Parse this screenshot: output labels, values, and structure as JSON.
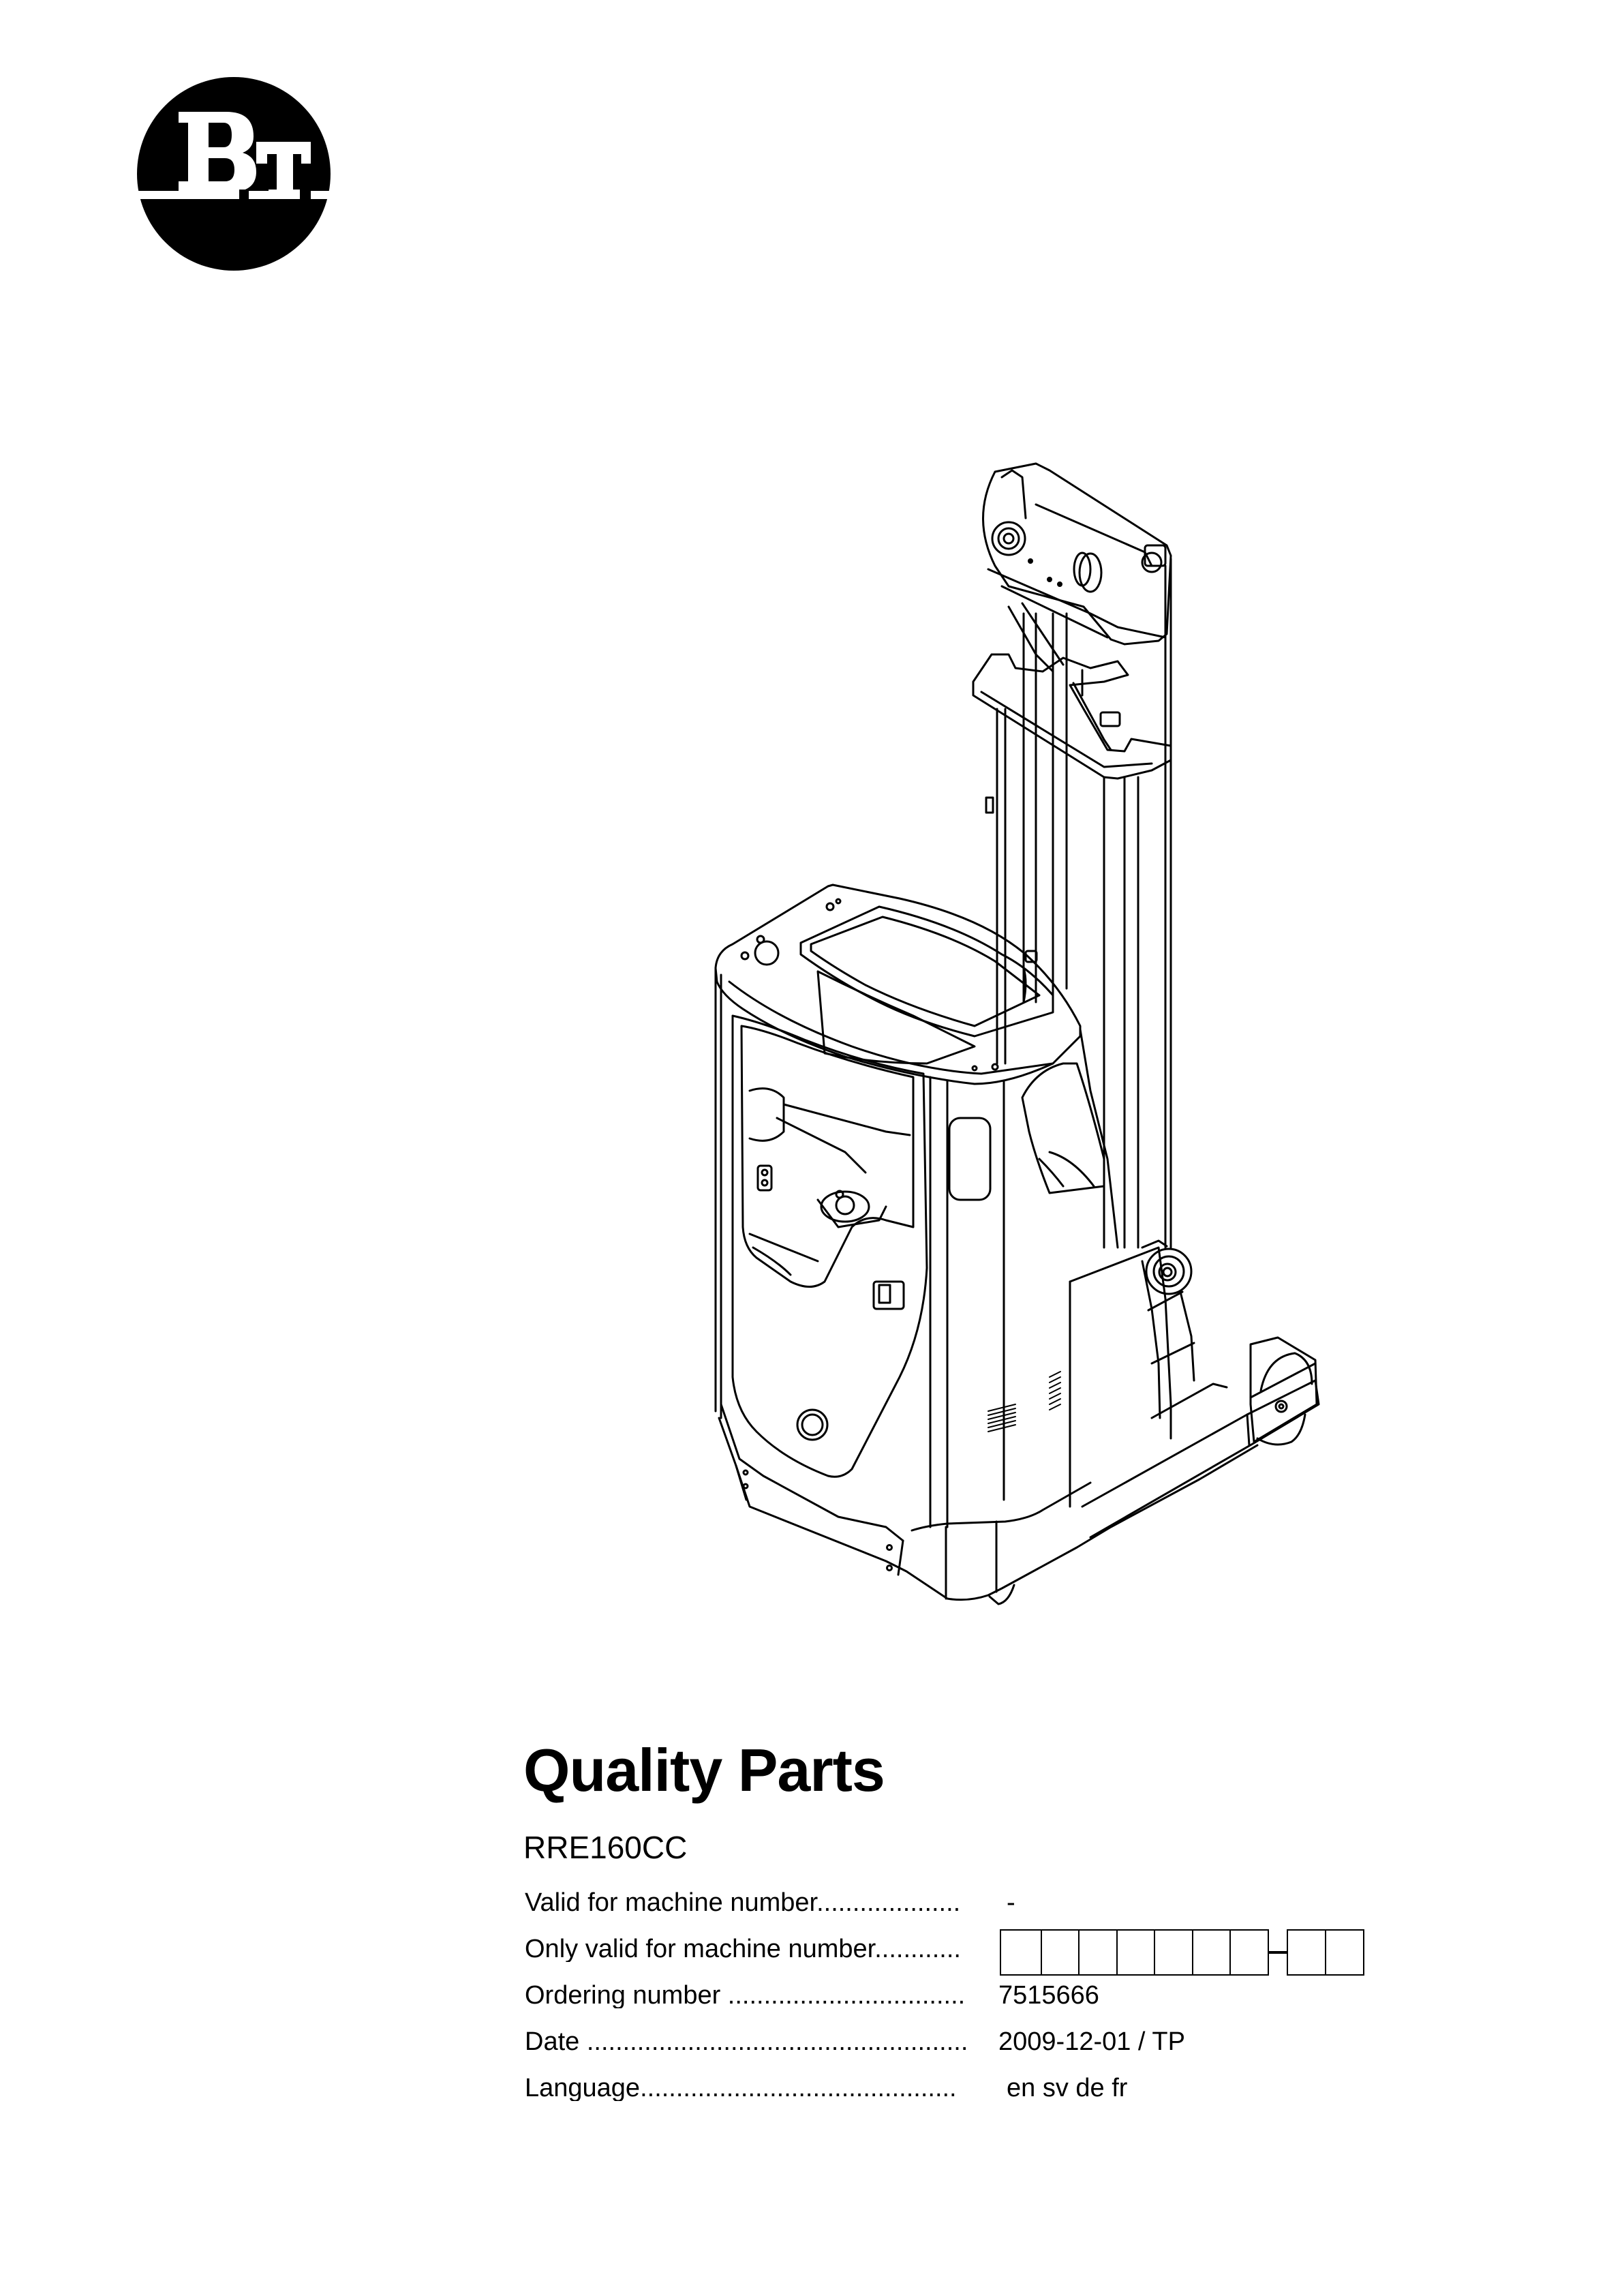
{
  "logo": {
    "text": "BT",
    "icon": "bt-brand-logo"
  },
  "illustration": {
    "subject": "reach-truck-line-drawing"
  },
  "document": {
    "title": "Quality Parts",
    "model": "RRE160CC"
  },
  "info_rows": [
    {
      "label": "Valid for machine number",
      "leader": "....................",
      "value": "-"
    },
    {
      "label": "Only valid for machine number",
      "leader": "............",
      "value": "",
      "boxes_group1": 7,
      "boxes_group2": 2
    },
    {
      "label": "Ordering number",
      "leader": " .................................",
      "value": "7515666"
    },
    {
      "label": "Date",
      "leader": " .....................................................",
      "value": "2009-12-01 / TP"
    },
    {
      "label": "Language",
      "leader": "............................................",
      "value": "en sv de fr"
    }
  ],
  "colors": {
    "ink": "#000000",
    "paper": "#ffffff"
  }
}
